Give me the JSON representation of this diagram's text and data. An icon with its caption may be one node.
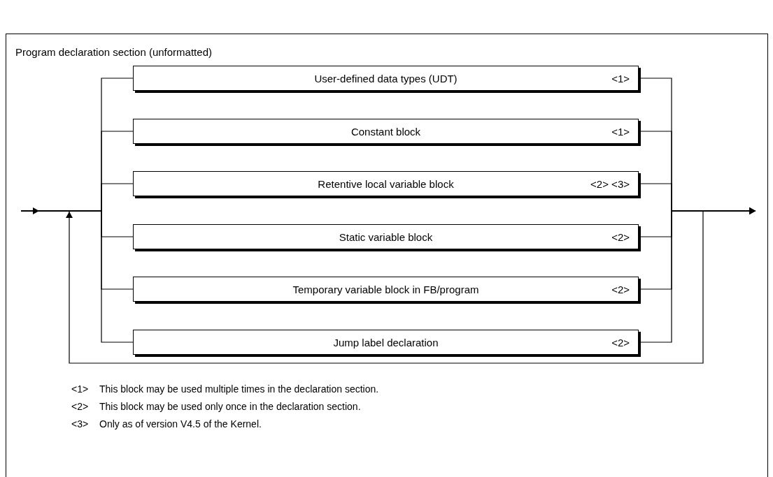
{
  "diagram": {
    "title": "Program declaration section (unformatted)",
    "nodes": [
      {
        "text": [
          "User-defined data types (UDT)",
          "<1>"
        ]
      },
      {
        "text": [
          "Constant block",
          "<1>"
        ]
      },
      {
        "text": [
          "Retentive local variable block",
          "<2> <3>"
        ]
      },
      {
        "text": [
          "Static variable block",
          "<2>"
        ]
      },
      {
        "text": [
          "Temporary variable block in FB/program",
          "<2>"
        ]
      },
      {
        "text": [
          "Jump label declaration",
          "<2>"
        ]
      }
    ],
    "edges": [
      {
        "from": null,
        "to": 0,
        "arrow": "none"
      },
      {
        "from": null,
        "to": 1,
        "arrow": "none"
      },
      {
        "from": null,
        "to": 2,
        "arrow": "none"
      },
      {
        "from": null,
        "to": 3,
        "arrow": "none"
      },
      {
        "from": null,
        "to": 4,
        "arrow": "none"
      },
      {
        "from": null,
        "to": 5,
        "arrow": "none"
      },
      {
        "from": 0,
        "to": null,
        "arrow": "to"
      },
      {
        "from": 1,
        "to": null,
        "arrow": "to"
      },
      {
        "from": 2,
        "to": null,
        "arrow": "to"
      },
      {
        "from": 3,
        "to": null,
        "arrow": "to"
      },
      {
        "from": 4,
        "to": null,
        "arrow": "to"
      },
      {
        "from": 5,
        "to": null,
        "arrow": "to"
      }
    ],
    "labels": [
      "<1>",
      "This block may be used multiple times in the declaration section.",
      "<2>",
      "This block may be used only once in the declaration section.",
      "<3>",
      "Only as of version V4.5 of the Kernel."
    ]
  }
}
